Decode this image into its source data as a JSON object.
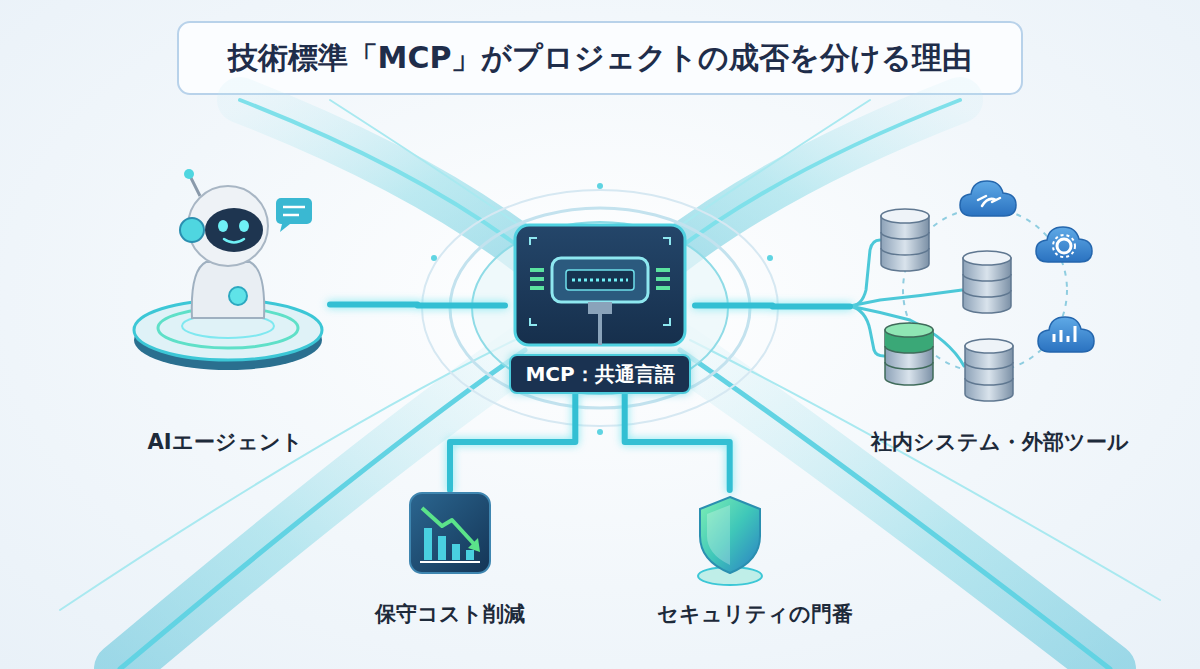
{
  "diagram": {
    "title": "技術標準「MCP」がプロジェクトの成否を分ける理由",
    "nodes": [
      {
        "text": [
          "AIエージェント"
        ]
      },
      {
        "text": [
          "MCP：共通言語"
        ]
      },
      {
        "text": [
          "社内システム・外部ツール"
        ]
      },
      {
        "text": [
          "保守コスト削減"
        ]
      },
      {
        "text": [
          "セキュリティの門番"
        ]
      }
    ],
    "edges": [
      {
        "from": 0,
        "to": 1,
        "arrow": "none"
      },
      {
        "from": 1,
        "to": 2,
        "arrow": "none"
      },
      {
        "from": 1,
        "to": 3,
        "arrow": "none"
      },
      {
        "from": 1,
        "to": 4,
        "arrow": "none"
      }
    ]
  }
}
